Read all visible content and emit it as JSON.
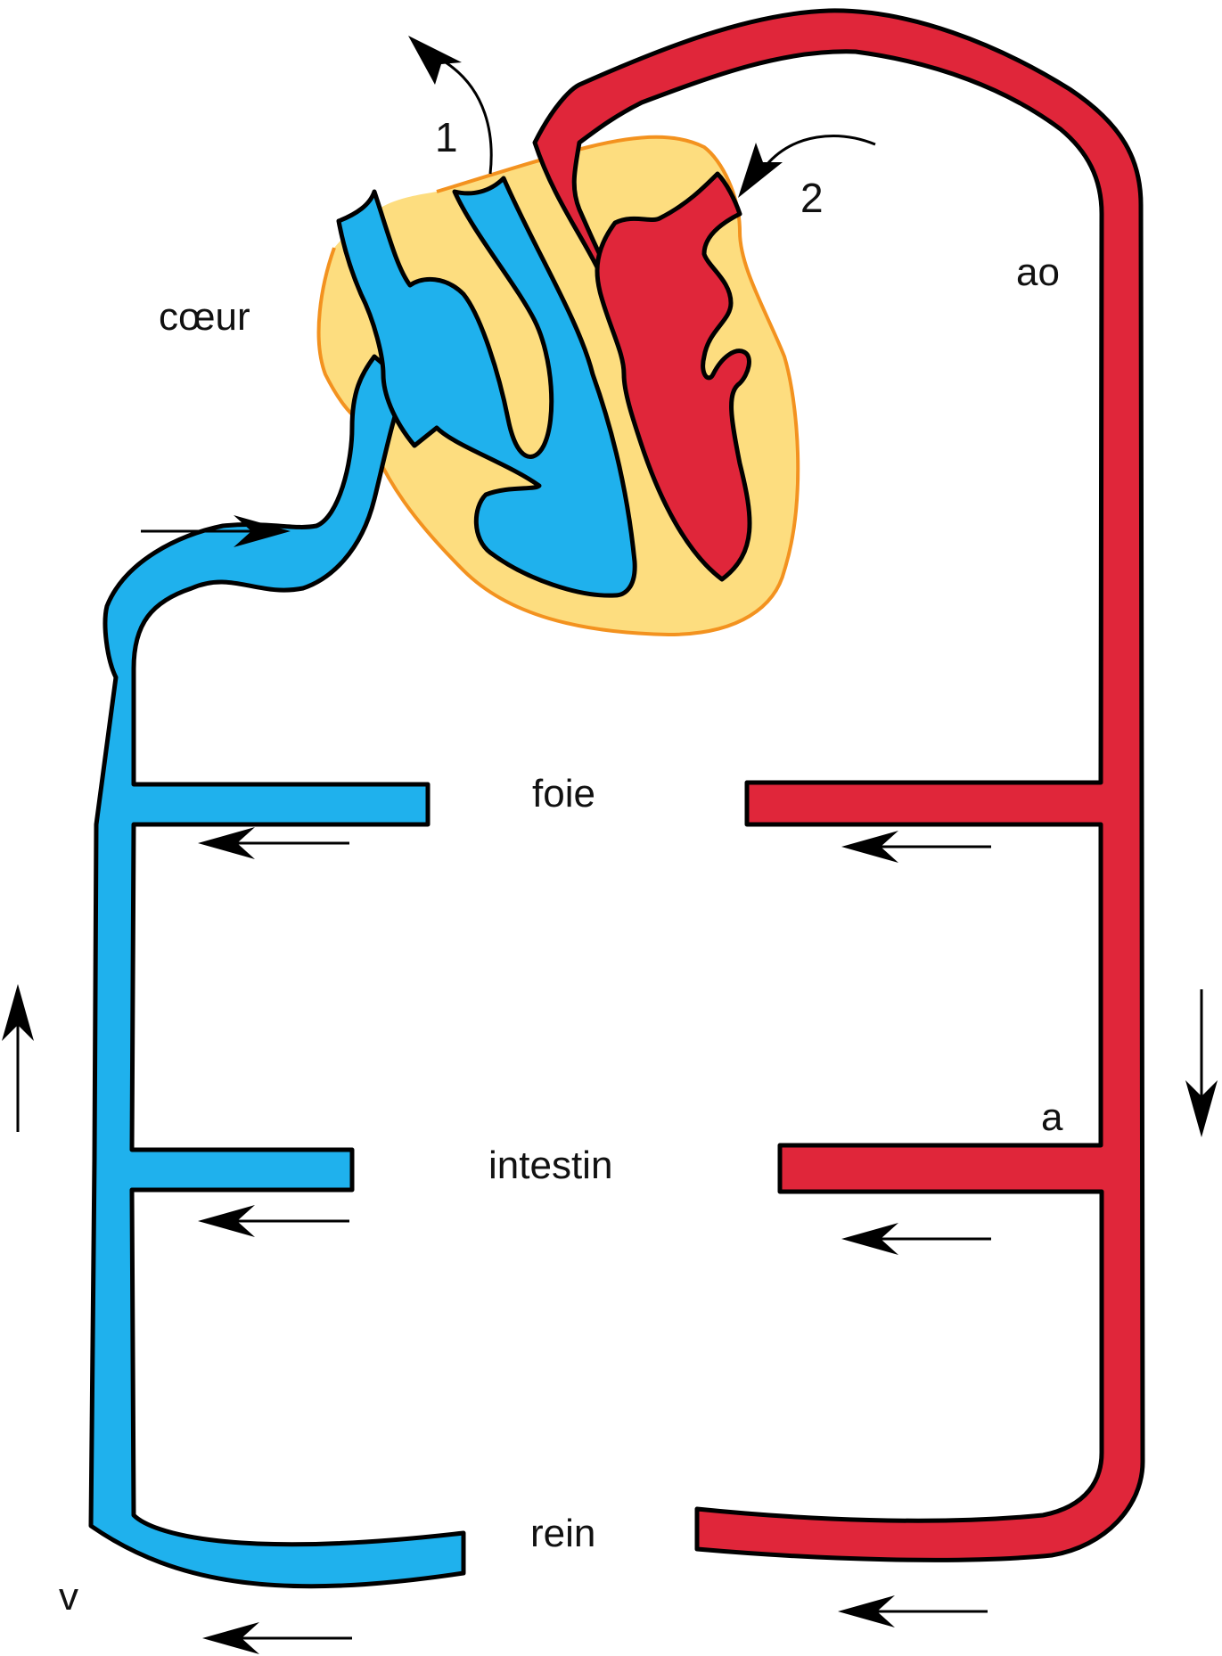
{
  "labels": {
    "heart": "cœur",
    "aorta": "ao",
    "artery": "a",
    "vein": "v",
    "liver": "foie",
    "intestine": "intestin",
    "kidney": "rein",
    "marker_1": "1",
    "marker_2": "2"
  },
  "colors": {
    "venous_blood": "#1fb1ed",
    "arterial_blood": "#e0263a",
    "heart_tissue": "#fddd7f",
    "heart_outline": "#f3921f",
    "outline": "#000000"
  },
  "icons": [
    "arrow-right-icon",
    "arrow-left-icon",
    "arrow-up-icon",
    "arrow-down-icon",
    "curved-arrow-icon"
  ]
}
